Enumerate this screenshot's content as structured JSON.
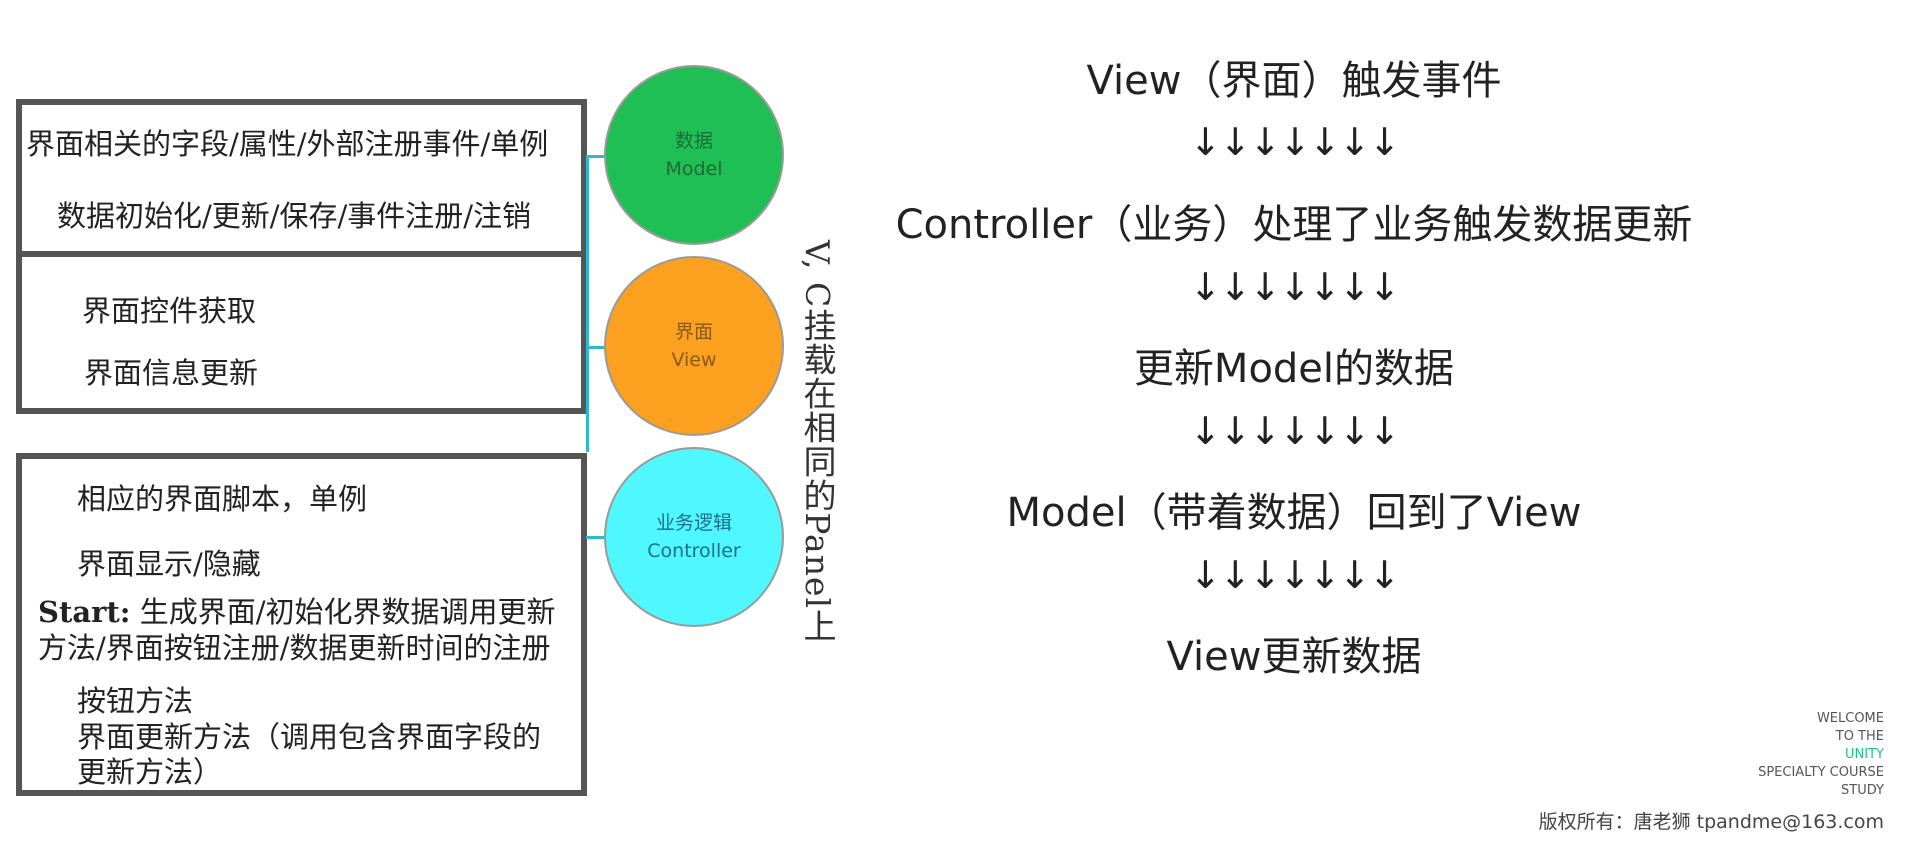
{
  "model_box": {
    "lines": [
      "界面相关的字段/属性/外部注册事件/单例",
      "数据初始化/更新/保存/事件注册/注销"
    ]
  },
  "view_box": {
    "lines": [
      "界面控件获取",
      "界面信息更新"
    ]
  },
  "controller_box": {
    "line1": "相应的界面脚本，单例",
    "line2": "界面显示/隐藏",
    "start_label": "Start:",
    "start_text": " 生成界面/初始化界数据调用更新",
    "line4": "方法/界面按钮注册/数据更新时间的注册",
    "line5": "按钮方法",
    "line6": "界面更新方法（调用包含界面字段的",
    "line7": "更新方法）"
  },
  "circles": {
    "model": {
      "cn": "数据",
      "en": "Model",
      "color": "#1fbf55"
    },
    "view": {
      "cn": "界面",
      "en": "View",
      "color": "#fca11f"
    },
    "controller": {
      "cn": "业务逻辑",
      "en": "Controller",
      "color": "#4ff7fe"
    }
  },
  "vertical_note": "V, C挂载在相同的Panel上",
  "flow": {
    "steps": [
      "View（界面）触发事件",
      "Controller（业务）处理了业务触发数据更新",
      "更新Model的数据",
      "Model（带着数据）回到了View",
      "View更新数据"
    ],
    "arrows": "↓↓↓↓↓↓↓"
  },
  "branding": {
    "welcome": [
      "WELCOME",
      "TO THE",
      "UNITY",
      "SPECIALTY COURSE",
      "STUDY"
    ],
    "accent_color": "#1fbf8a",
    "copyright": "版权所有：唐老狮 tpandme@163.com"
  }
}
